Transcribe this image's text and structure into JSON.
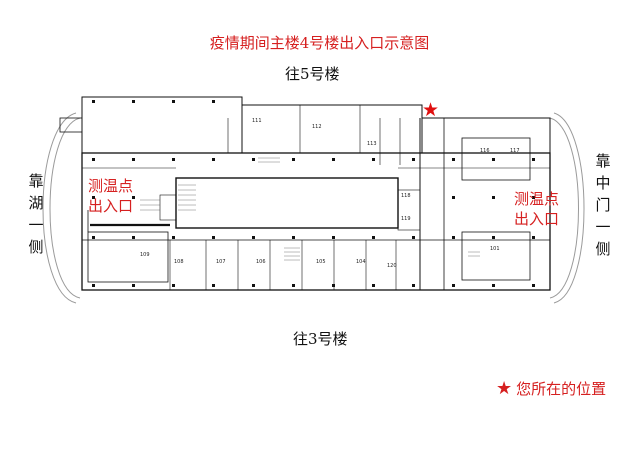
{
  "title": "疫情期间主楼4号楼出入口示意图",
  "directions": {
    "north": "往5号楼",
    "south": "往3号楼",
    "west": "靠湖一侧",
    "east": "靠中门一侧"
  },
  "checkpoints": {
    "left": [
      "测温点",
      "出入口"
    ],
    "right": [
      "测温点",
      "出入口"
    ]
  },
  "legend": {
    "icon": "star-icon",
    "label": "您所在的位置",
    "color": "#e01010"
  },
  "rooms": {
    "r111": "111",
    "r112": "112",
    "r113": "113",
    "r116": "116",
    "r117": "117",
    "r118": "118",
    "r119": "119",
    "r120": "120",
    "r101": "101",
    "r104": "104",
    "r105": "105",
    "r106": "106",
    "r107": "107",
    "r108": "108",
    "r109": "109"
  },
  "colors": {
    "accent": "#d62020",
    "walls": "#111111"
  }
}
